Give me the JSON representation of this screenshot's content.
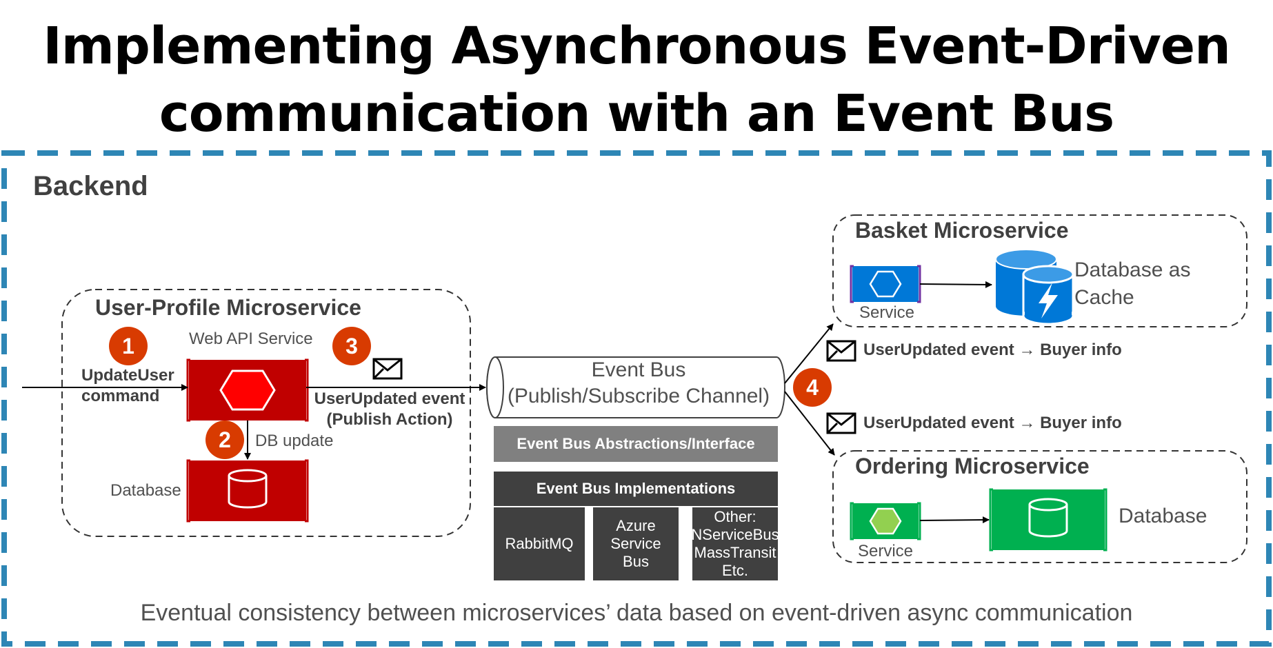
{
  "title": {
    "line1": "Implementing Asynchronous Event-Driven",
    "line2": "communication with an Event Bus"
  },
  "backend": {
    "label": "Backend"
  },
  "user_profile": {
    "title": "User-Profile Microservice",
    "web_api_label": "Web API Service",
    "database_label": "Database",
    "db_update_label": "DB update"
  },
  "steps": {
    "one": "1",
    "two": "2",
    "three": "3",
    "four": "4"
  },
  "command": {
    "line1": "UpdateUser",
    "line2": "command"
  },
  "publish_event": {
    "line1": "UserUpdated event",
    "line2": "(Publish Action)"
  },
  "event_bus": {
    "line1": "Event Bus",
    "line2": "(Publish/Subscribe Channel)",
    "abstractions": "Event Bus Abstractions/Interface",
    "implementations": "Event Bus Implementations",
    "impl_rabbit": "RabbitMQ",
    "impl_azure": [
      "Azure",
      "Service",
      "Bus"
    ],
    "impl_other": [
      "Other:",
      "NServiceBus",
      "MassTransit",
      "Etc."
    ]
  },
  "basket": {
    "title": "Basket Microservice",
    "service_label": "Service",
    "cache_line1": "Database as",
    "cache_line2": "Cache"
  },
  "ordering": {
    "title": "Ordering Microservice",
    "service_label": "Service",
    "database_label": "Database"
  },
  "subscriptions": {
    "top": "UserUpdated event → Buyer info",
    "bottom": "UserUpdated event → Buyer info"
  },
  "footer": "Eventual consistency between microservices’ data based on event-driven async communication",
  "colors": {
    "frame": "#2e86b5",
    "step": "#d83b01",
    "red_service": "#c00000",
    "blue_service": "#0078d7",
    "green_service": "#00b050",
    "gray_bar": "#808080",
    "dark_bar": "#404040"
  },
  "icons": [
    "hexagon-icon",
    "database-icon",
    "envelope-icon",
    "lightning-icon"
  ]
}
